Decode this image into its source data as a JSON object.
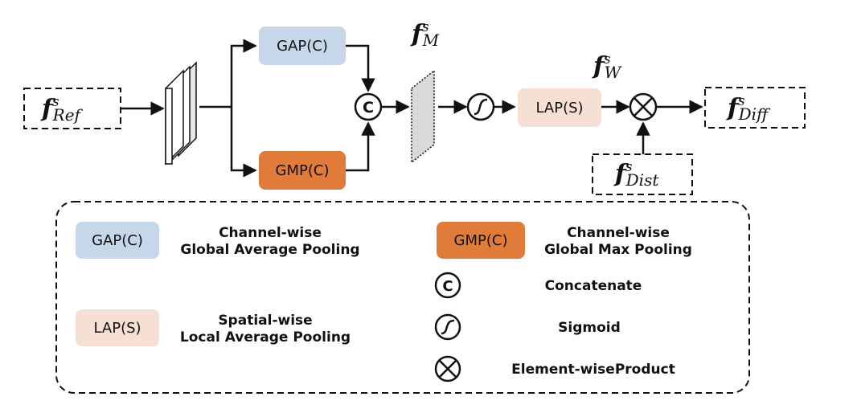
{
  "colors": {
    "gap": "#c6d7ea",
    "gmp": "#e07b39",
    "lap": "#f5e0d3",
    "featuremap": "#d9d9d9",
    "line": "#111111"
  },
  "inputs": {
    "ref": {
      "f": "f",
      "sup": "s",
      "sub": "Ref"
    },
    "dist": {
      "f": "f",
      "sup": "s",
      "sub": "Dist"
    }
  },
  "output": {
    "f": "f",
    "sup": "s",
    "sub": "Diff"
  },
  "intermediates": {
    "m": {
      "f": "f",
      "sup": "s",
      "sub": "M"
    },
    "w": {
      "f": "f",
      "sup": "s",
      "sub": "W"
    }
  },
  "blocks": {
    "gap": "GAP(C)",
    "gmp": "GMP(C)",
    "lap": "LAP(S)"
  },
  "symbols": {
    "concat": "C"
  },
  "legend": {
    "gap": {
      "box": "GAP(C)",
      "line1": "Channel-wise",
      "line2": "Global Average Pooling"
    },
    "gmp": {
      "box": "GMP(C)",
      "line1": "Channel-wise",
      "line2": "Global Max Pooling"
    },
    "lap": {
      "box": "LAP(S)",
      "line1": "Spatial-wise",
      "line2": "Local Average Pooling"
    },
    "concat": "Concatenate",
    "sigmoid": "Sigmoid",
    "product": "Element-wiseProduct"
  }
}
